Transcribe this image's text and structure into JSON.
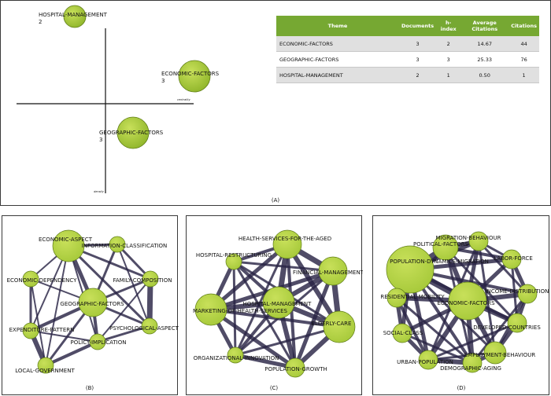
{
  "captions": {
    "a": "(A)",
    "b": "(B)",
    "c": "(C)",
    "d": "(D)"
  },
  "strategic_map": {
    "x_axis_label": "centrality",
    "y_axis_label": "density",
    "themes": [
      {
        "name": "HOSPITAL-MANAGEMENT",
        "count": "2"
      },
      {
        "name": "ECONOMIC-FACTORS",
        "count": "3"
      },
      {
        "name": "GEOGRAPHIC-FACTORS",
        "count": "3"
      }
    ]
  },
  "table": {
    "headers": [
      "Theme",
      "Documents",
      "h-index",
      "Average Citations",
      "Citations"
    ],
    "rows": [
      [
        "ECONOMIC-FACTORS",
        "3",
        "2",
        "14.67",
        "44"
      ],
      [
        "GEOGRAPHIC-FACTORS",
        "3",
        "3",
        "25.33",
        "76"
      ],
      [
        "HOSPITAL-MANAGEMENT",
        "2",
        "1",
        "0.50",
        "1"
      ]
    ]
  },
  "networks": {
    "b": {
      "nodes": [
        "ECONOMIC-ASPECT",
        "INFORMATION-CLASSIFICATION",
        "ECONOMIC-DEPENDENCY",
        "FAMILY-COMPOSITION",
        "GEOGRAPHIC-FACTORS",
        "EXPENDITURE-PATTERN",
        "PSYCHOLOGICAL-ASPECT",
        "POLICY-IMPLICATION",
        "LOCAL-GOVERNMENT"
      ]
    },
    "c": {
      "nodes": [
        "HEALTH-SERVICES-FOR-THE-AGED",
        "HOSPITAL-RESTRUCTURING",
        "FINANCIAL-MANAGEMENT",
        "HOSPITAL-MANAGEMENT",
        "MARKETING-OF-HEALTH-SERVICES",
        "ELDERLY-CARE",
        "ORGANIZATIONAL-INNOVATION",
        "POPULATION-GROWTH"
      ]
    },
    "d": {
      "nodes": [
        "MIGRATION-BEHAVIOUR",
        "POLITICAL-FACTORS",
        "POPULATION-DYNAMICS-MIGRATION",
        "LABOR-FORCE",
        "RESIDENTIAL-MOBILITY",
        "ECONOMIC-FACTORS",
        "INCOME-DISTRIBUTION",
        "DEVELOPED-COUNTRIES",
        "SOCIAL-CLASS",
        "EMPLOYMENT-BEHAVIOUR",
        "URBAN-POPULATION",
        "DEMOGRAPHIC-AGING"
      ]
    }
  },
  "colors": {
    "node_fill": "#a6c93a",
    "node_stroke": "#5f7d16",
    "edge": "#2a2545",
    "table_header": "#76a832"
  }
}
